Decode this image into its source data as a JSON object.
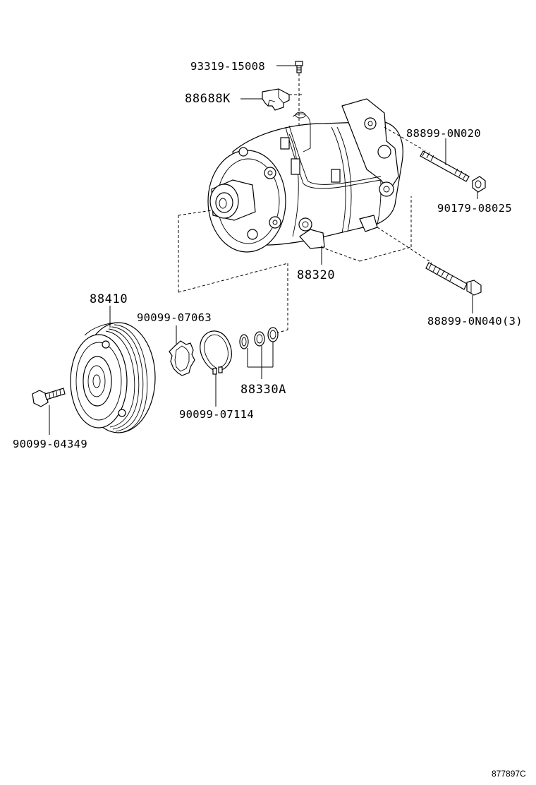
{
  "labels": {
    "bolt_top": "93319-15008",
    "bracket": "88688K",
    "stud_bolt": "88899-0N020",
    "nut": "90179-08025",
    "compressor": "88320",
    "mount_bolt": "88899-0N040(3)",
    "clutch_pulley": "88410",
    "snap_ring_inner": "90099-07063",
    "snap_ring_outer": "90099-07114",
    "shims": "88330A",
    "pulley_bolt": "90099-04349"
  },
  "drawing_id": "877897C"
}
